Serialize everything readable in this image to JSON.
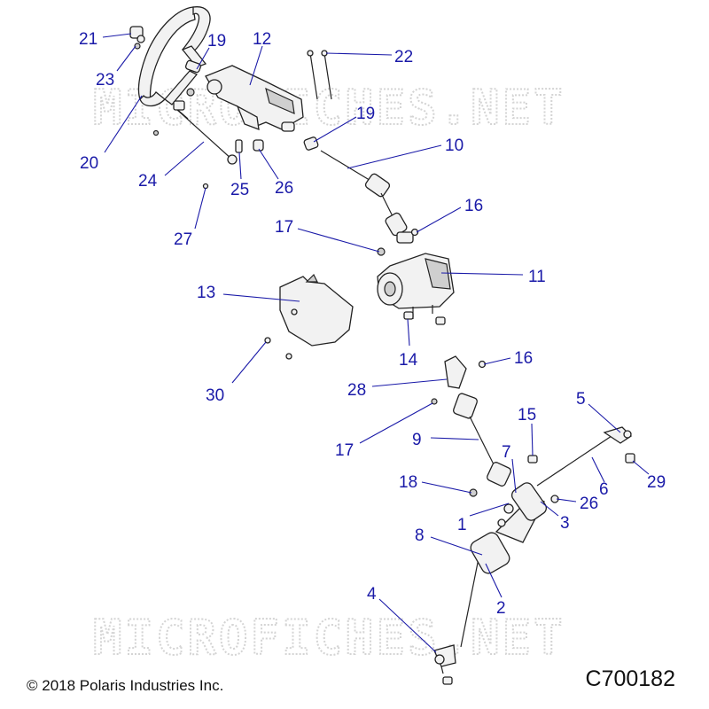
{
  "watermark": "MICROFICHES.NET",
  "copyright": "© 2018 Polaris Industries Inc.",
  "drawing_id": "C700182",
  "callouts": {
    "c21": "21",
    "c23": "23",
    "c19a": "19",
    "c12": "12",
    "c22": "22",
    "c19b": "19",
    "c10": "10",
    "c20": "20",
    "c24": "24",
    "c25": "25",
    "c26a": "26",
    "c27": "27",
    "c17a": "17",
    "c16a": "16",
    "c13": "13",
    "c11": "11",
    "c14": "14",
    "c16b": "16",
    "c30": "30",
    "c28": "28",
    "c5": "5",
    "c15": "15",
    "c17b": "17",
    "c9": "9",
    "c7": "7",
    "c29": "29",
    "c18": "18",
    "c6": "6",
    "c26b": "26",
    "c1": "1",
    "c3": "3",
    "c8": "8",
    "c2": "2",
    "c4": "4"
  },
  "colors": {
    "callout": "#1a1aa8",
    "watermark": "#d4d4d4",
    "line": "#222222"
  }
}
